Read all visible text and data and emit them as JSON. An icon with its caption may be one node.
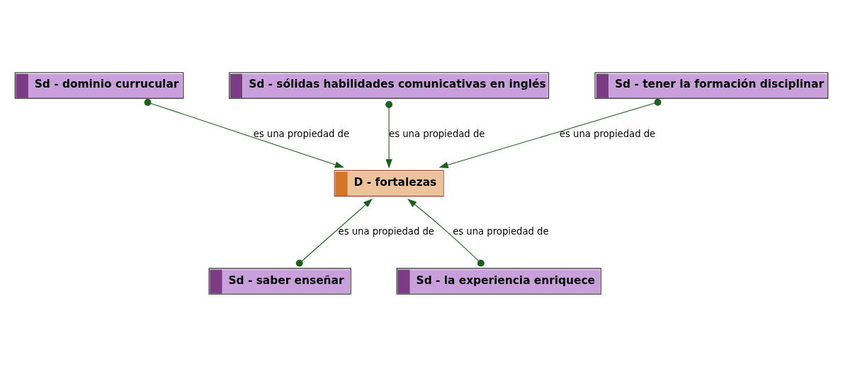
{
  "diagram": {
    "nodes": [
      {
        "text": [
          "Sd - dominio currucular"
        ]
      },
      {
        "text": [
          "Sd - sólidas habilidades comunicativas en inglés"
        ]
      },
      {
        "text": [
          "Sd - tener la formación disciplinar"
        ]
      },
      {
        "text": [
          "D - fortalezas"
        ]
      },
      {
        "text": [
          "Sd - saber enseñar"
        ]
      },
      {
        "text": [
          "Sd - la experiencia enriquece"
        ]
      }
    ],
    "edges": [
      {
        "from": 0,
        "to": 3,
        "arrow": "to",
        "label": "es una propiedad de"
      },
      {
        "from": 1,
        "to": 3,
        "arrow": "to",
        "label": "es una propiedad de"
      },
      {
        "from": 2,
        "to": 3,
        "arrow": "to",
        "label": "es una propiedad de"
      },
      {
        "from": 4,
        "to": 3,
        "arrow": "to",
        "label": "es una propiedad de"
      },
      {
        "from": 5,
        "to": 3,
        "arrow": "to",
        "label": "es una propiedad de"
      }
    ]
  }
}
